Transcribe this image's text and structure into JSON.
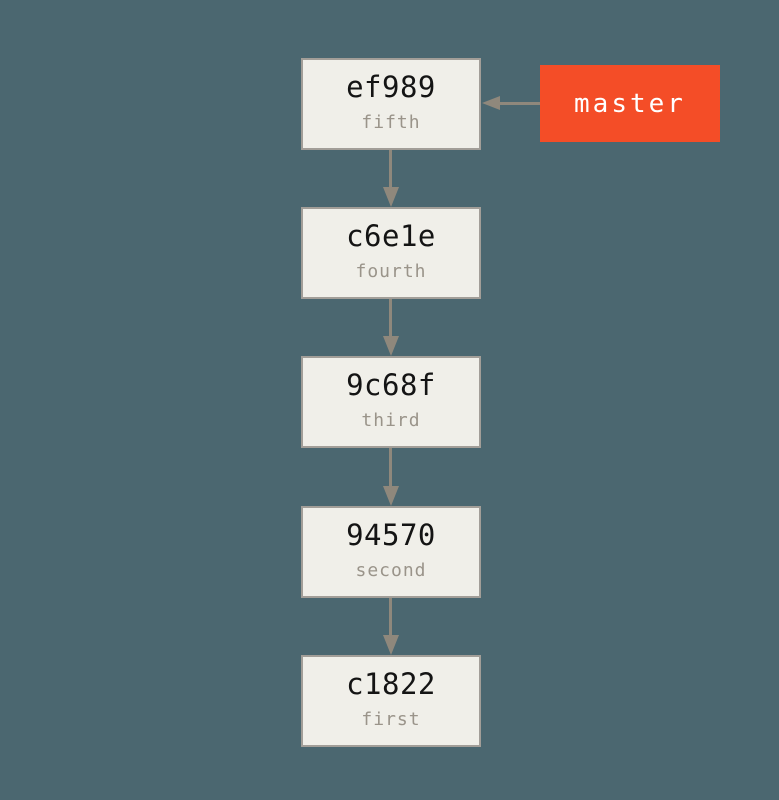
{
  "diagram": {
    "type": "git-commit-history",
    "branch": {
      "name": "master",
      "points_to": "ef989"
    },
    "commits": [
      {
        "hash": "ef989",
        "label": "fifth"
      },
      {
        "hash": "c6e1e",
        "label": "fourth"
      },
      {
        "hash": "9c68f",
        "label": "third"
      },
      {
        "hash": "94570",
        "label": "second"
      },
      {
        "hash": "c1822",
        "label": "first"
      }
    ]
  },
  "colors": {
    "background": "#4b6770",
    "box-fill": "#f0efe9",
    "box-border": "#a29e98",
    "arrow": "#8f887c",
    "branch-fill": "#f44d27",
    "branch-text": "#ffffff",
    "hash-text": "#141414",
    "label-text": "#9a948a"
  }
}
